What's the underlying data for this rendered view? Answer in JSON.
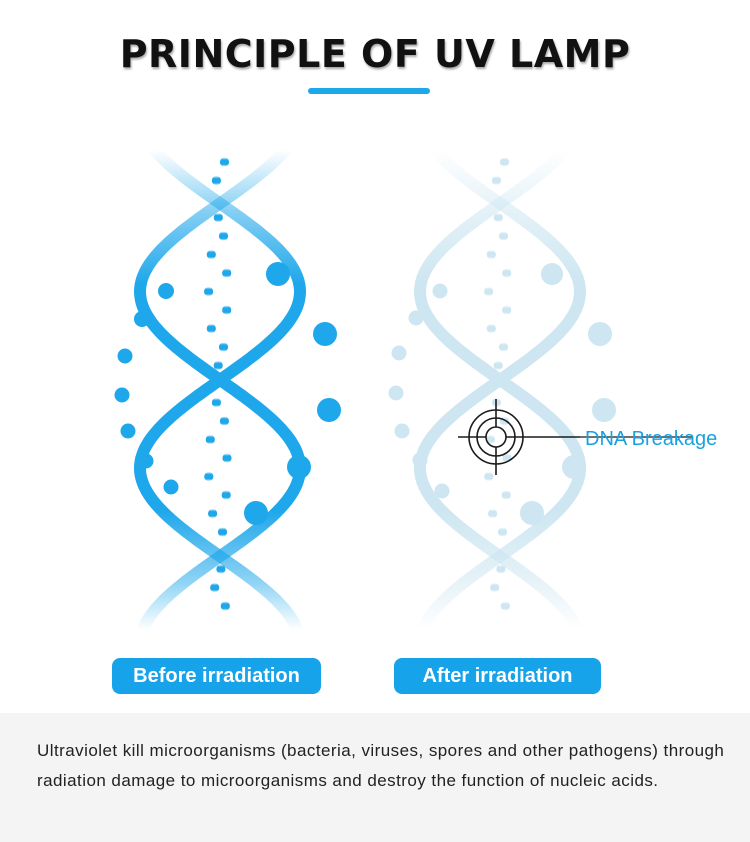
{
  "title": "PRINCIPLE OF UV LAMP",
  "colors": {
    "accent": "#1ea7ea",
    "strand_before": "#1ea7ea",
    "strand_after": "#cde6f1",
    "text": "#222222"
  },
  "panels": {
    "before": {
      "label": "Before irradiation",
      "state": "intact"
    },
    "after": {
      "label": "After irradiation",
      "state": "damaged",
      "annotation": "DNA Breakage",
      "annotation_icon": "crosshair-icon"
    }
  },
  "description": "Ultraviolet kill microorganisms (bacteria, viruses, spores and other pathogens) through radiation damage to microorganisms and destroy the function of nucleic acids."
}
